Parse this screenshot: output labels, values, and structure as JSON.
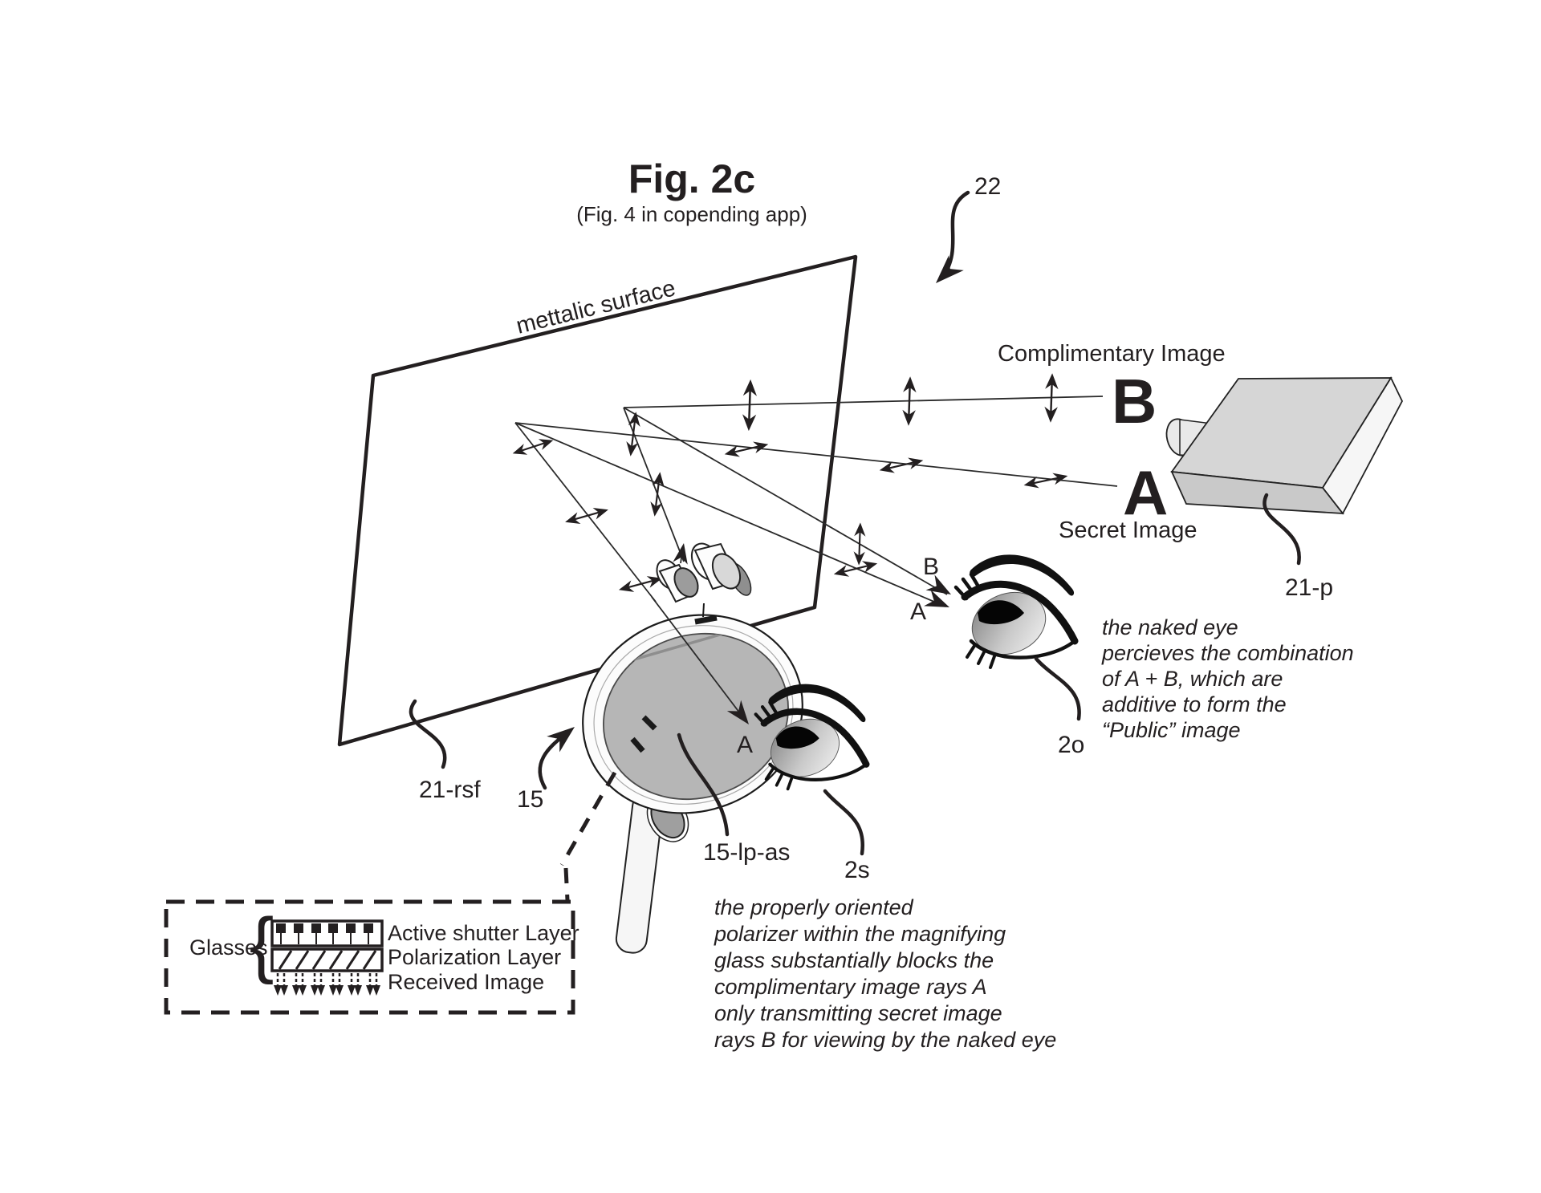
{
  "figure": {
    "title": "Fig. 2c",
    "subtitle": "(Fig. 4 in copending app)"
  },
  "labels": {
    "metallic_surface": "mettalic surface",
    "complimentary_image": "Complimentary Image",
    "secret_image": "Secret Image",
    "letter_b": "B",
    "letter_a": "A",
    "ray_b": "B",
    "ray_a": "A",
    "ray_a_lens": "A",
    "ref_22": "22",
    "ref_21_p": "21-p",
    "ref_21_rsf": "21-rsf",
    "ref_15": "15",
    "ref_15_lp_as": "15-lp-as",
    "ref_2s": "2s",
    "ref_2o": "2o"
  },
  "inset": {
    "glasses": "Glasses",
    "brace": "{",
    "active_shutter": "Active shutter Layer",
    "polarization": "Polarization Layer",
    "received_image": "Received Image"
  },
  "notes": {
    "naked_eye": {
      "lines": [
        "the naked eye",
        "percieves the combination",
        "of A + B, which are",
        "additive to form the",
        "“Public” image"
      ]
    },
    "polarizer": {
      "lines": [
        "the properly oriented",
        "polarizer within the magnifying",
        "glass substantially blocks the",
        "complimentary image rays A",
        "only transmitting secret image",
        "rays B for viewing by the naked eye"
      ]
    }
  },
  "colors": {
    "ink": "#231f20",
    "lens": "#b6b6b6",
    "rim": "#fcfcfc",
    "projector_top": "#d6d6d6",
    "projector_front": "#c9c9c9",
    "projector_side": "#f6f6f6"
  }
}
